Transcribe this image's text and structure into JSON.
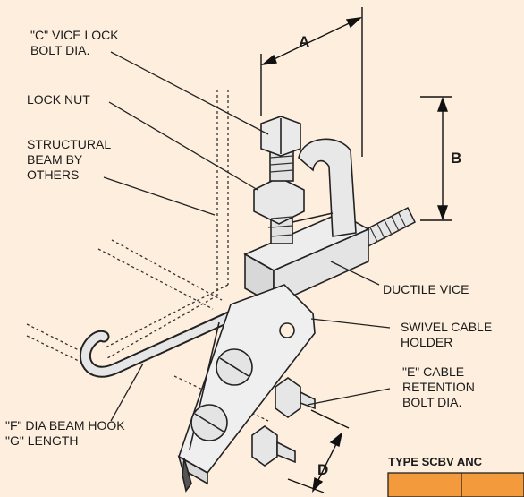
{
  "labels": {
    "c_vice_lock_line1": "\"C\" VICE LOCK",
    "c_vice_lock_line2": "BOLT DIA.",
    "lock_nut": "LOCK NUT",
    "beam_line1": "STRUCTURAL",
    "beam_line2": "BEAM BY",
    "beam_line3": "OTHERS",
    "ductile_vice": "DUCTILE VICE",
    "swivel_line1": "SWIVEL CABLE",
    "swivel_line2": "HOLDER",
    "e_line1": "\"E\" CABLE",
    "e_line2": "RETENTION",
    "e_line3": "BOLT DIA.",
    "f_line1": "\"F\" DIA BEAM HOOK",
    "f_line2": "\"G\" LENGTH"
  },
  "dimensions": {
    "a": "A",
    "b": "B",
    "d": "D"
  },
  "table": {
    "title": "TYPE SCBV ANC",
    "header_color": "#f39a3c"
  },
  "colors": {
    "background": "#fdeedd",
    "metal": "#e6e6e6",
    "outline": "#222222"
  }
}
